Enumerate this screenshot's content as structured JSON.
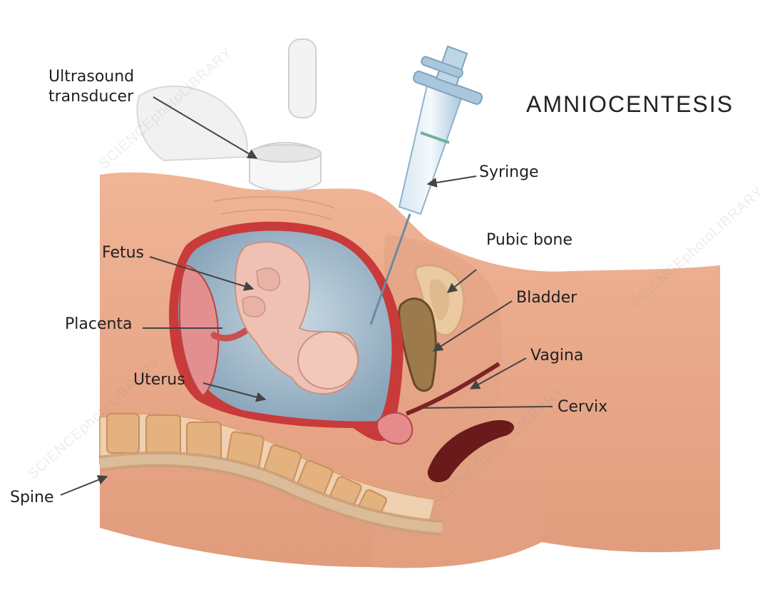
{
  "title": "AMNIOCENTESIS",
  "labels": {
    "ultrasound_transducer": "Ultrasound\ntransducer",
    "syringe": "Syringe",
    "pubic_bone": "Pubic bone",
    "fetus": "Fetus",
    "bladder": "Bladder",
    "placenta": "Placenta",
    "vagina": "Vagina",
    "uterus": "Uterus",
    "cervix": "Cervix",
    "spine": "Spine"
  },
  "watermark": "SCIENCEphotoLIBRARY",
  "colors": {
    "skin": "#eaa98a",
    "skin_dark": "#d98f6e",
    "uterus_wall": "#c93a3a",
    "amniotic_fluid": "#9fb6c6",
    "placenta": "#e89b9b",
    "bone": "#e8c49a",
    "syringe": "#bcd6e8"
  }
}
